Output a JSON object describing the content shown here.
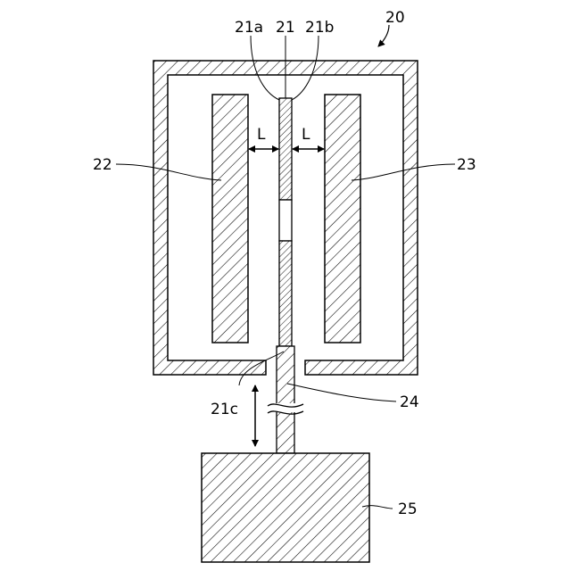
{
  "labels": {
    "chamber": "20",
    "plate": "21",
    "plate_face_a": "21a",
    "plate_face_b": "21b",
    "plate_end": "21c",
    "electrode_left": "22",
    "electrode_right": "23",
    "rod": "24",
    "actuator": "25",
    "gap_left": "L",
    "gap_right": "L"
  }
}
